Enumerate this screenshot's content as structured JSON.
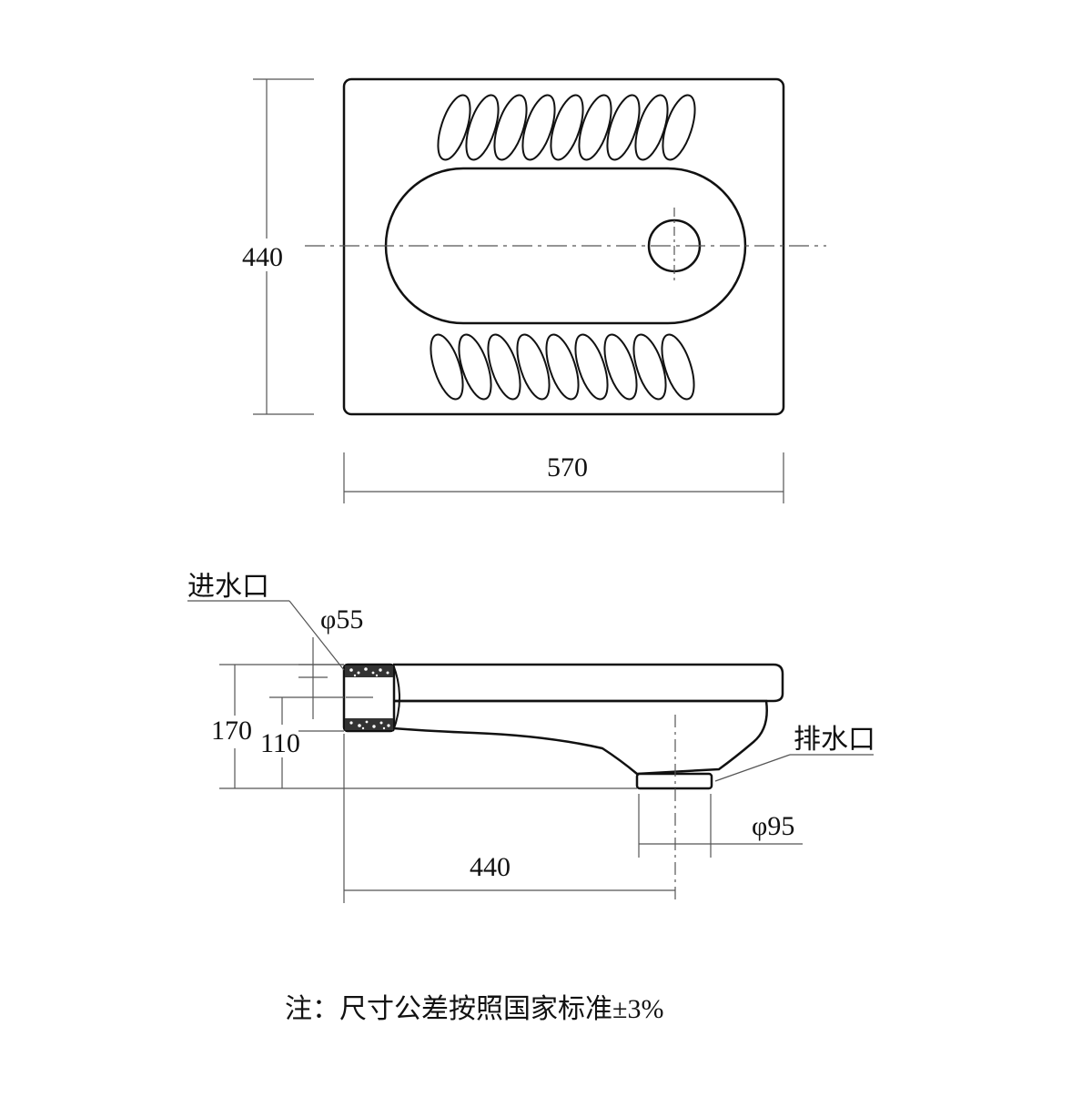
{
  "top_view": {
    "height_label": "440",
    "width_label": "570"
  },
  "side_view": {
    "inlet_label": "进水口",
    "inlet_diameter": "φ55",
    "total_height": "170",
    "inlet_height": "110",
    "outlet_label": "排水口",
    "outlet_diameter": "φ95",
    "outlet_distance": "440"
  },
  "note": "注：尺寸公差按照国家标准±3%",
  "colors": {
    "line": "#111111",
    "dim_line": "#555555",
    "background": "#ffffff"
  }
}
